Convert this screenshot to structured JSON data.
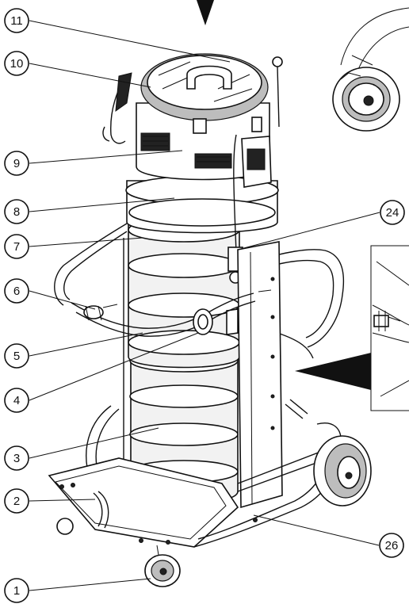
{
  "callouts": [
    {
      "id": "c1",
      "label": "1"
    },
    {
      "id": "c2",
      "label": "2"
    },
    {
      "id": "c3",
      "label": "3"
    },
    {
      "id": "c4",
      "label": "4"
    },
    {
      "id": "c5",
      "label": "5"
    },
    {
      "id": "c6",
      "label": "6"
    },
    {
      "id": "c7",
      "label": "7"
    },
    {
      "id": "c8",
      "label": "8"
    },
    {
      "id": "c9",
      "label": "9"
    },
    {
      "id": "c10",
      "label": "10"
    },
    {
      "id": "c11",
      "label": "11"
    },
    {
      "id": "c24",
      "label": "24"
    },
    {
      "id": "c26",
      "label": "26"
    }
  ]
}
